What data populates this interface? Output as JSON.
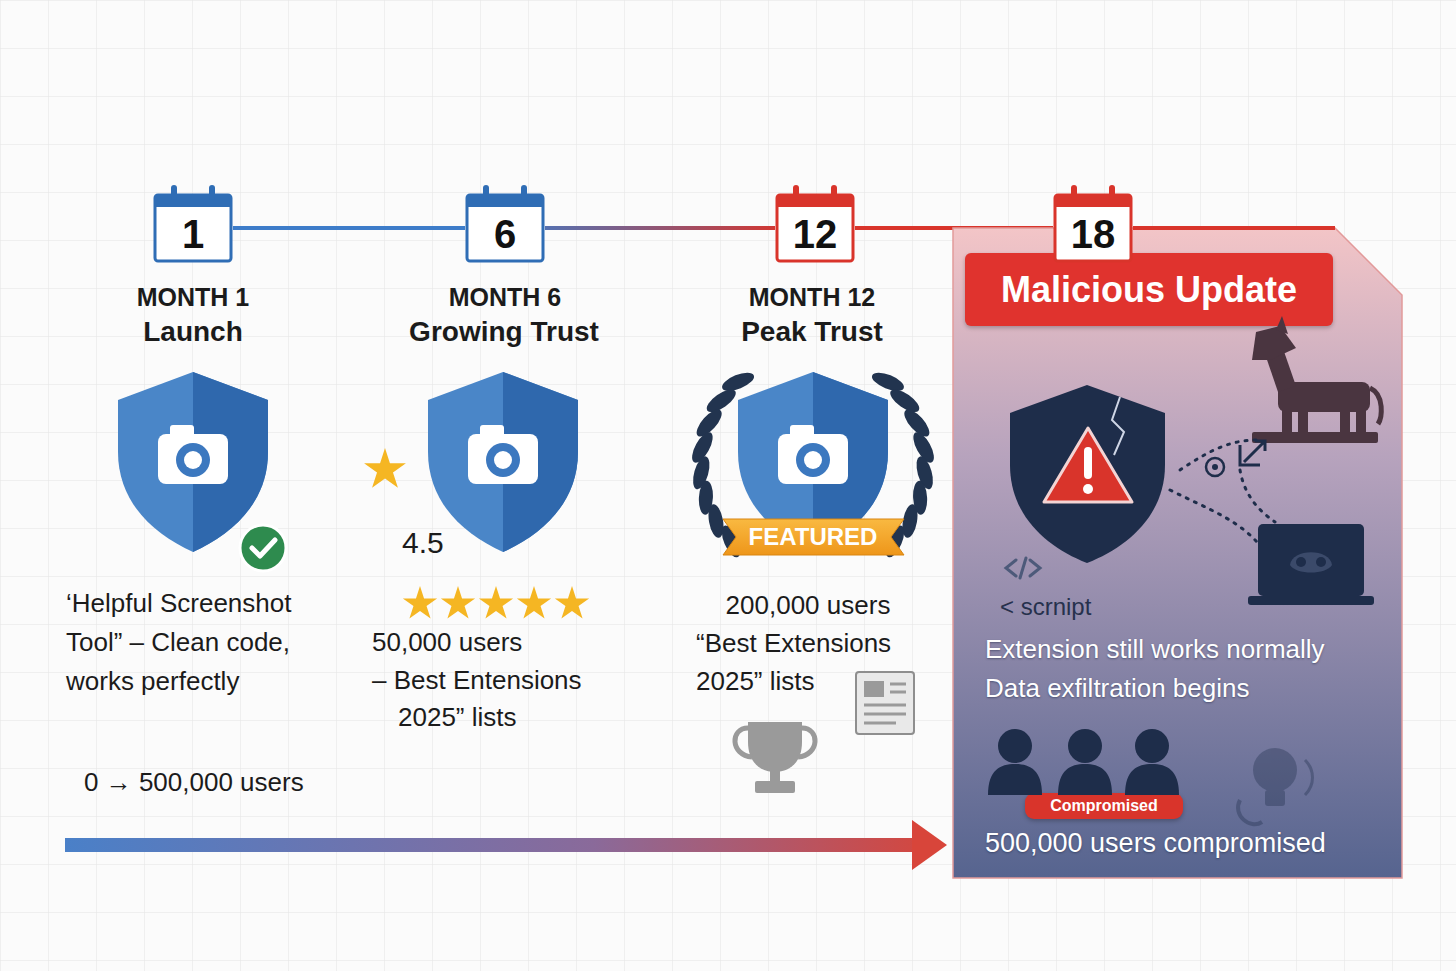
{
  "diagram": {
    "nodes": [
      {
        "text": [
          "1"
        ]
      },
      {
        "text": [
          "6"
        ]
      },
      {
        "text": [
          "12"
        ]
      },
      {
        "text": [
          "18"
        ]
      },
      {
        "text": [
          "FEATURED"
        ]
      },
      {
        "text": [
          "Extension still works normally",
          "Data exfiltration begins",
          "500,000 users compromised"
        ]
      },
      {
        "text": [
          "Malicious Update"
        ],
        "in": 5
      },
      {
        "text": [
          "Compromised"
        ],
        "in": 5
      }
    ],
    "edges": [
      {
        "from": 0,
        "to": 1,
        "arrow": "none"
      },
      {
        "from": 1,
        "to": 2,
        "arrow": "none"
      },
      {
        "from": 2,
        "to": 3,
        "arrow": "none"
      }
    ],
    "labels": [
      "MONTH 1",
      "Launch",
      "MONTH 6",
      "Growing Trust",
      "MONTH 12",
      "Peak Trust",
      "‘Helpful Screenshot Tool” – Clean code, works perfectly",
      "4.5",
      "50,000 users",
      "– Best Entensions 2025” lists",
      "200,000 users",
      "“Best Extensions 2025” lists",
      "0 → 500,000 users",
      "< scrnipt"
    ]
  }
}
